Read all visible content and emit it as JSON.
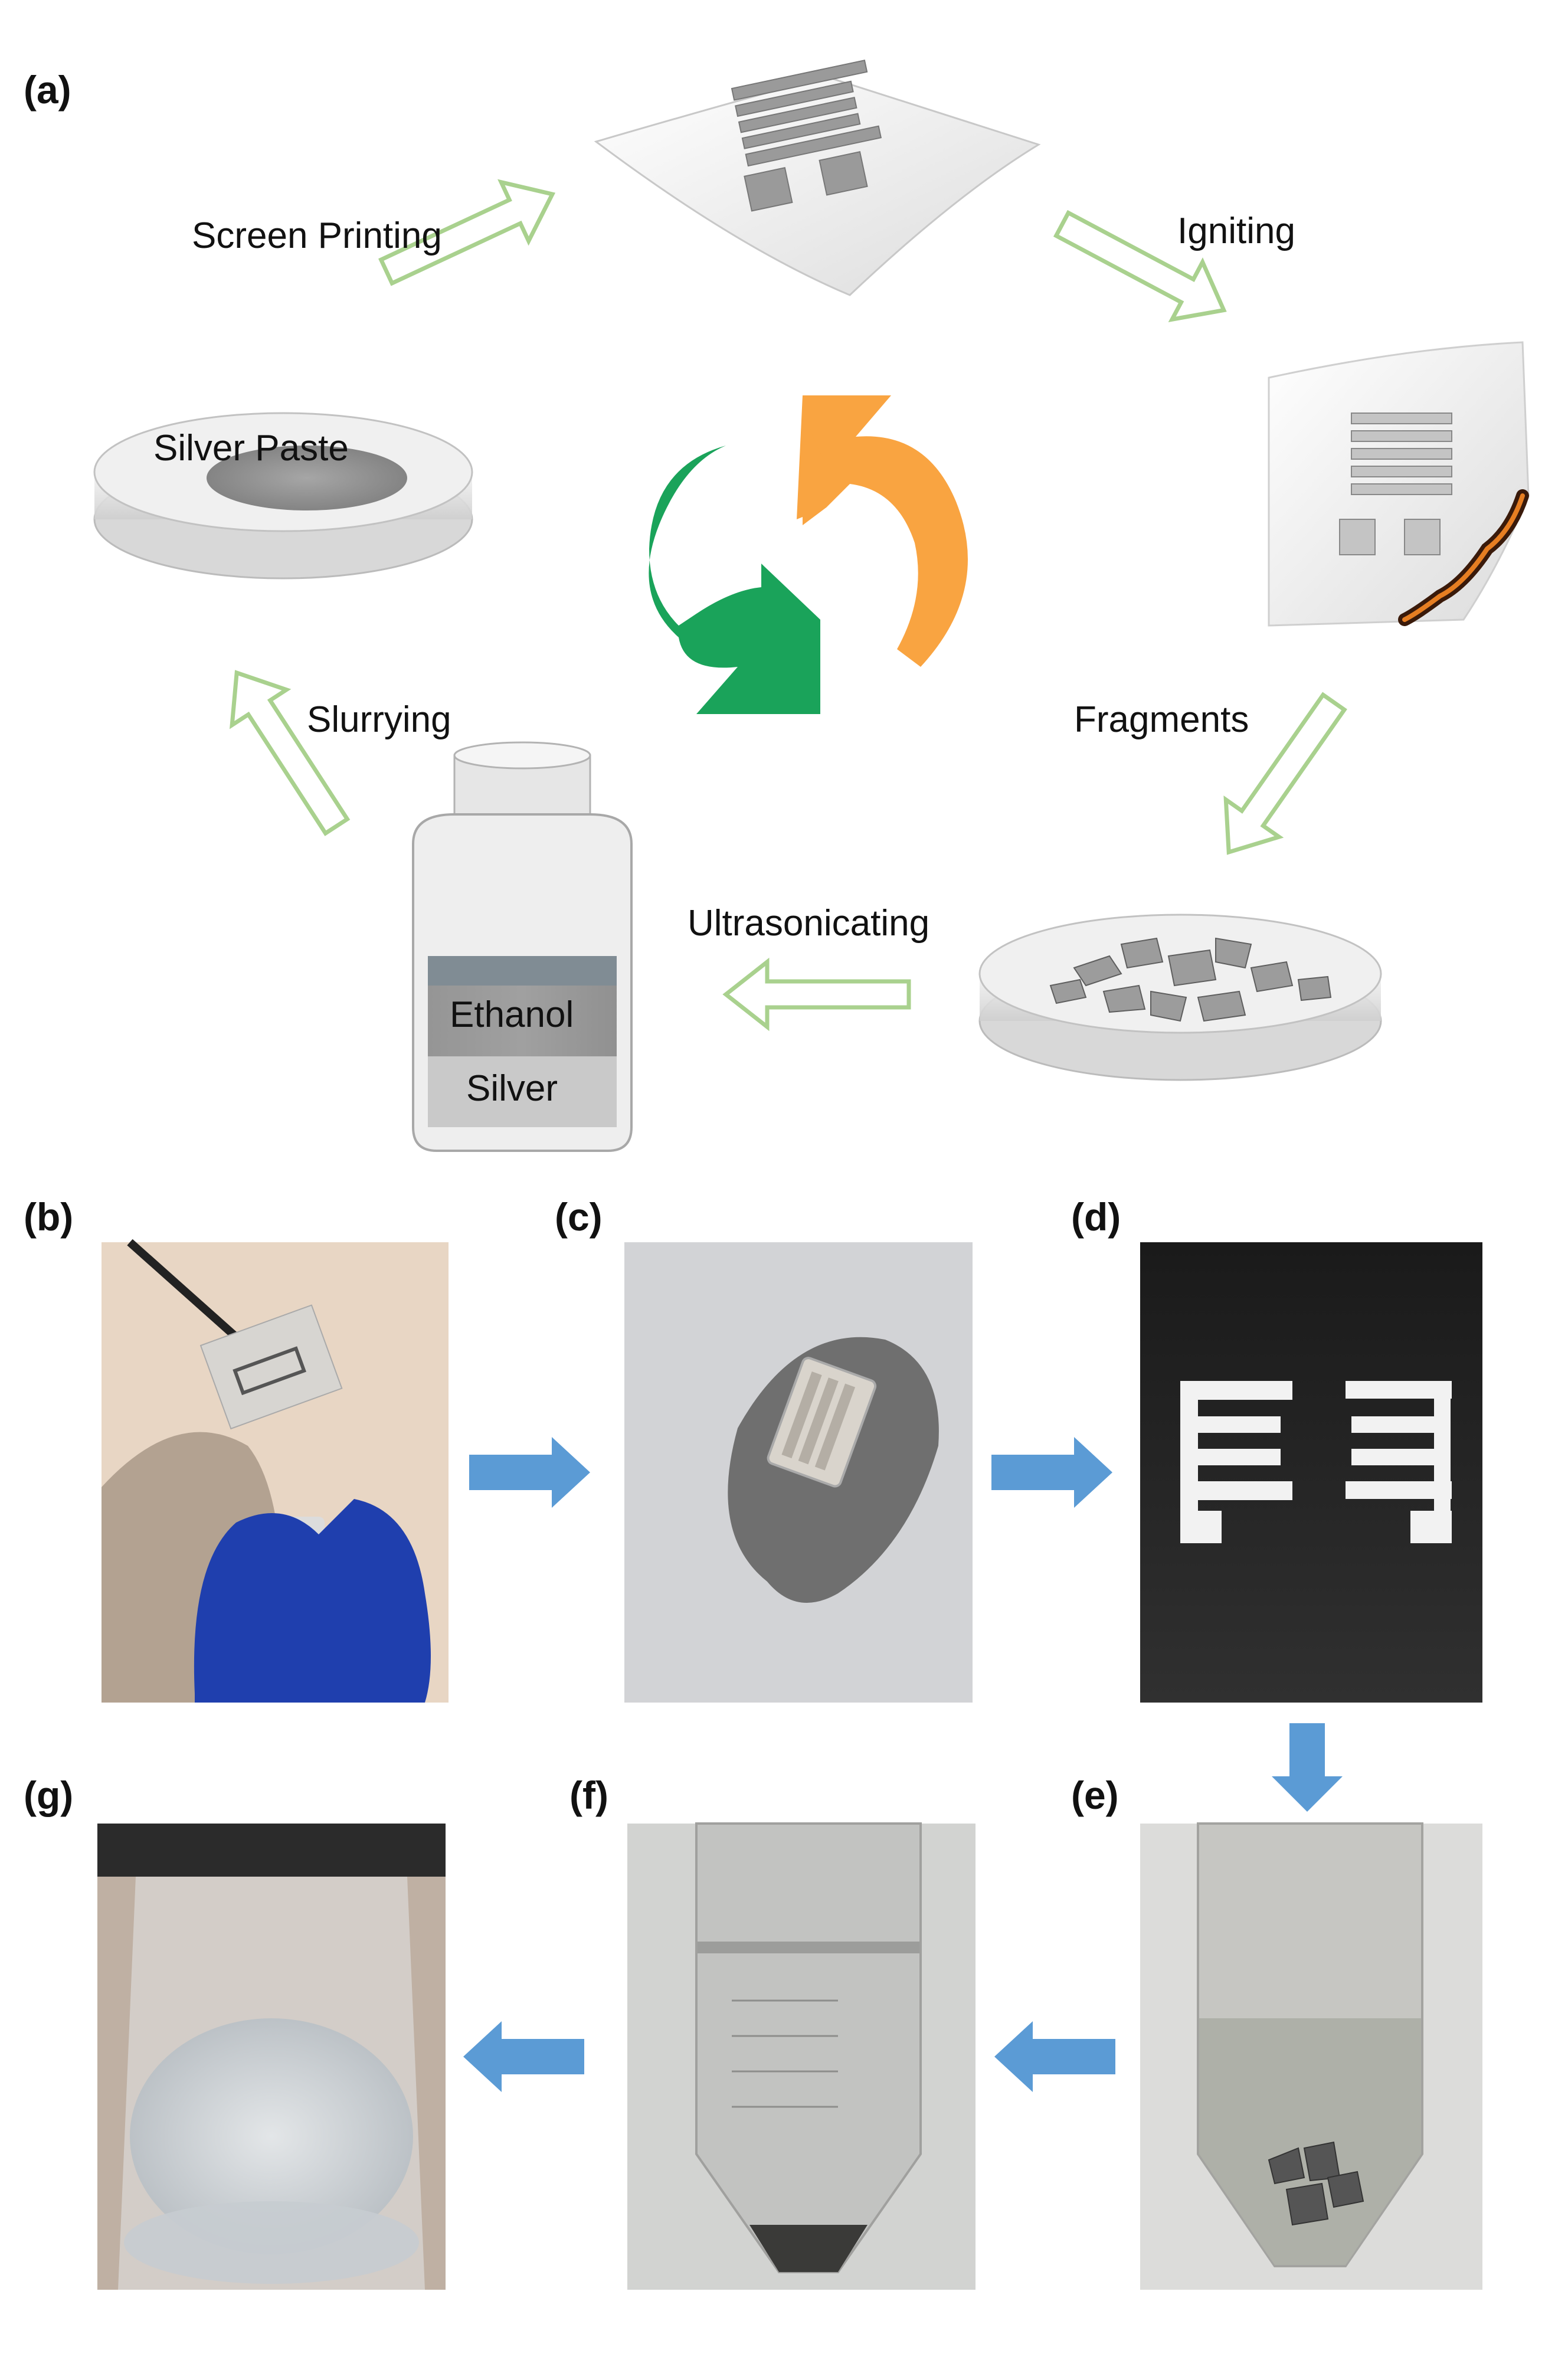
{
  "panels": {
    "a": "(a)",
    "b": "(b)",
    "c": "(c)",
    "d": "(d)",
    "e": "(e)",
    "f": "(f)",
    "g": "(g)"
  },
  "cycle": {
    "screen_printing": "Screen Printing",
    "igniting": "Igniting",
    "fragments": "Fragments",
    "ultrasonicating": "Ultrasonicating",
    "slurrying": "Slurrying",
    "silver_paste": "Silver Paste",
    "ethanol": "Ethanol",
    "silver": "Silver"
  },
  "colors": {
    "outline_arrow": "#a9d18e",
    "recycle_green": "#1aa35a",
    "recycle_orange": "#f9a441",
    "flow_arrow": "#5b9bd5"
  },
  "icons": {
    "center": "recycle-icon",
    "flow_arrows": "arrow-icon"
  }
}
